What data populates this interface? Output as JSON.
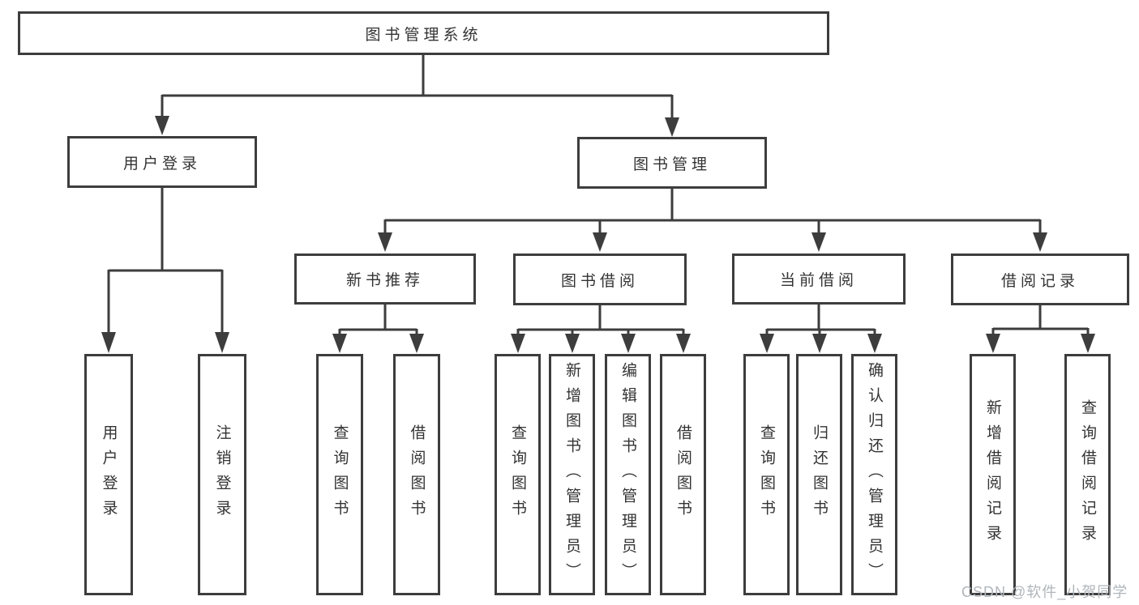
{
  "diagram": {
    "root": "图书管理系统",
    "branches": [
      {
        "label": "用户登录",
        "children": [
          "用户登录",
          "注销登录"
        ]
      },
      {
        "label": "图书管理",
        "sections": [
          {
            "label": "新书推荐",
            "children": [
              "查询图书",
              "借阅图书"
            ]
          },
          {
            "label": "图书借阅",
            "children": [
              "查询图书",
              "新增图书（管理员）",
              "编辑图书（管理员）",
              "借阅图书"
            ]
          },
          {
            "label": "当前借阅",
            "children": [
              "查询图书",
              "归还图书",
              "确认归还（管理员）"
            ]
          },
          {
            "label": "借阅记录",
            "children": [
              "新增借阅记录",
              "查询借阅记录"
            ]
          }
        ]
      }
    ]
  },
  "watermark": {
    "text": "CSDN @软件_小贺同学"
  },
  "colors": {
    "line": "#3d3d3d",
    "text": "#333333",
    "watermark": "#b0b6bb",
    "background": "#ffffff"
  }
}
